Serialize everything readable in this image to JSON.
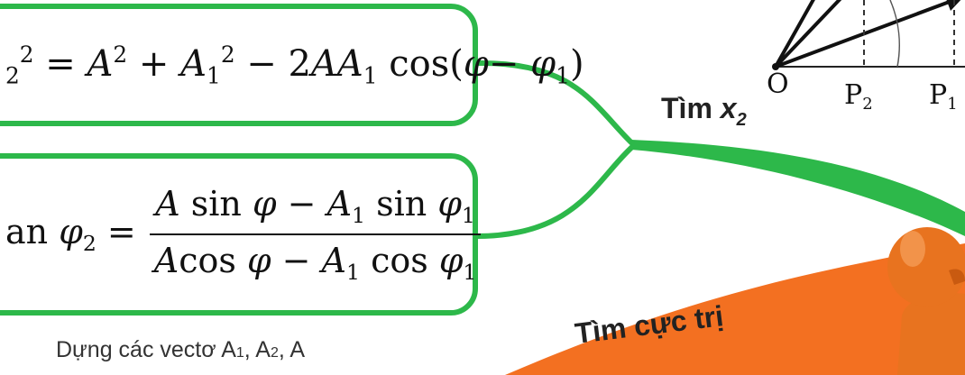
{
  "formula_1": {
    "lhs_sub": "2",
    "lhs_sup": "2",
    "eq": " = ",
    "a": "A",
    "a_sup": "2",
    "plus": " + ",
    "a1": "A",
    "a1_sub": "1",
    "a1_sup": "2",
    "minus": " − 2",
    "aa1": "AA",
    "aa1_sub": "1",
    "cos": " cos(",
    "phi": "φ",
    "dash": "− ",
    "phi1": "φ",
    "phi1_sub": "1",
    "close": ")"
  },
  "formula_2": {
    "lhs_fn": "an ",
    "lhs_phi": "φ",
    "lhs_sub": "2",
    "eq": " =",
    "num_a": "A",
    "num_sin": " sin ",
    "num_phi": "φ",
    "num_minus": " − ",
    "num_a1": "A",
    "num_a1_sub": "1",
    "num_sin2": " sin ",
    "num_phi1": "φ",
    "num_phi1_sub": "1",
    "den_a": "A",
    "den_cos": "cos ",
    "den_phi": "φ",
    "den_minus": " − ",
    "den_a1": "A",
    "den_a1_sub": "1",
    "den_cos2": " cos ",
    "den_phi1": "φ",
    "den_phi1_sub": "1"
  },
  "labels": {
    "tim_x2_main": "Tìm ",
    "tim_x2_var": "x",
    "tim_x2_sub": "2",
    "tim_cuc_tri": "Tìm cực trị",
    "caption_part1": "Dựng các vectơ A",
    "caption_sub1": "1",
    "caption_part2": ", A",
    "caption_sub2": "2",
    "caption_part3": ", A"
  },
  "vector_diagram": {
    "origin": "O",
    "p2": "P",
    "p2_sub": "2",
    "p1": "P",
    "p1_sub": "1"
  },
  "colors": {
    "green": "#2db84a",
    "orange": "#f37021",
    "figure_orange": "#e8731f"
  }
}
